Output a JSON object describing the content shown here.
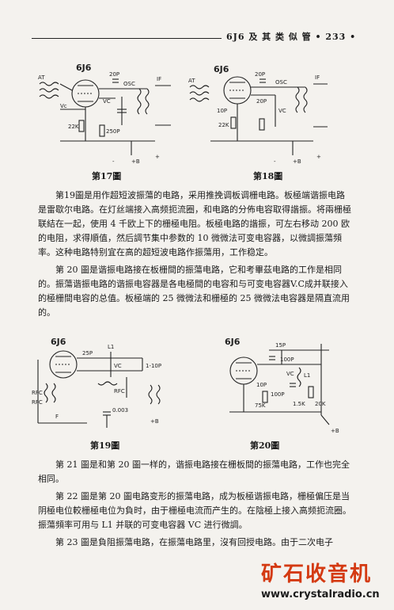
{
  "header": {
    "title": "6J6 及 其 类 似 管",
    "page_number": "• 233 •"
  },
  "figures": [
    {
      "caption": "第17圖",
      "tube": "6J6",
      "labels": [
        "AT",
        "Vc",
        "20P",
        "VC",
        "OSC",
        "22K",
        "250P",
        "IF",
        "+B",
        "-",
        "+"
      ]
    },
    {
      "caption": "第18圖",
      "tube": "6J6",
      "labels": [
        "AT",
        "20P",
        "20P",
        "OSC",
        "VC",
        "10P",
        "22K",
        "IF",
        "+B",
        "-",
        "+"
      ]
    },
    {
      "caption": "第19圖",
      "tube": "6J6",
      "labels": [
        "L1",
        "25P",
        "VC",
        "1-10P",
        "RFC",
        "RFC",
        "RFC",
        "F",
        "+B",
        "0.003"
      ]
    },
    {
      "caption": "第20圖",
      "tube": "6J6",
      "labels": [
        "15P",
        "100P",
        "VC",
        "L1",
        "10P",
        "100P",
        "75K",
        "1.5K",
        "20K",
        "+B"
      ]
    }
  ],
  "paragraphs": [
    "第19圖是用作超短波振蕩的电路，采用推挽调板调栅电路。板極端谐振电路是雷歇尔电路。在灯丝端接入高频扼流圈，和电路的分佈电容取得諧振。将兩栅極联結在一起，使用 4 千欧上下的栅極电阻。板極电路的諧振，可左右移动 200 欧的电阻，求得順值，然后調节集中参数的 10 微微法可变电容器，以微調振蕩頻率。这种电路特别宜在高的超短波电路作振蕩用，工作稳定。",
    "第 20 圖是谐振电路接在板栅間的振蕩电路，它和考畢茲电路的工作是相同的。振蕩谐振电路的谐振电容器是各电極間的电容和与可变电容器V.C成并联接入的極栅間电容的总值。板極端的 25 微微法和栅極的 25 微微法电容器是隔直流用的。",
    "第 21 圖是和第 20 圖一样的，谐振电路接在栅板間的振蕩电路，工作也完全相同。",
    "第 22 圖是第 20 圖电路变形的振蕩电路，成为板極谐振电路，栅極偏压是当阴極电位較栅極电位为負时，由于栅極电流而产生的。在陰極上接入高频扼流圈。振蕩頻率可用与 L1 并联的可变电容器 VC 进行微調。",
    "第 23 圖是負阻振蕩电路，在振蕩电路里，沒有回授电路。由于二次电子"
  ],
  "watermark": {
    "name": "矿石收音机",
    "url": "www.crystalradio.cn"
  }
}
